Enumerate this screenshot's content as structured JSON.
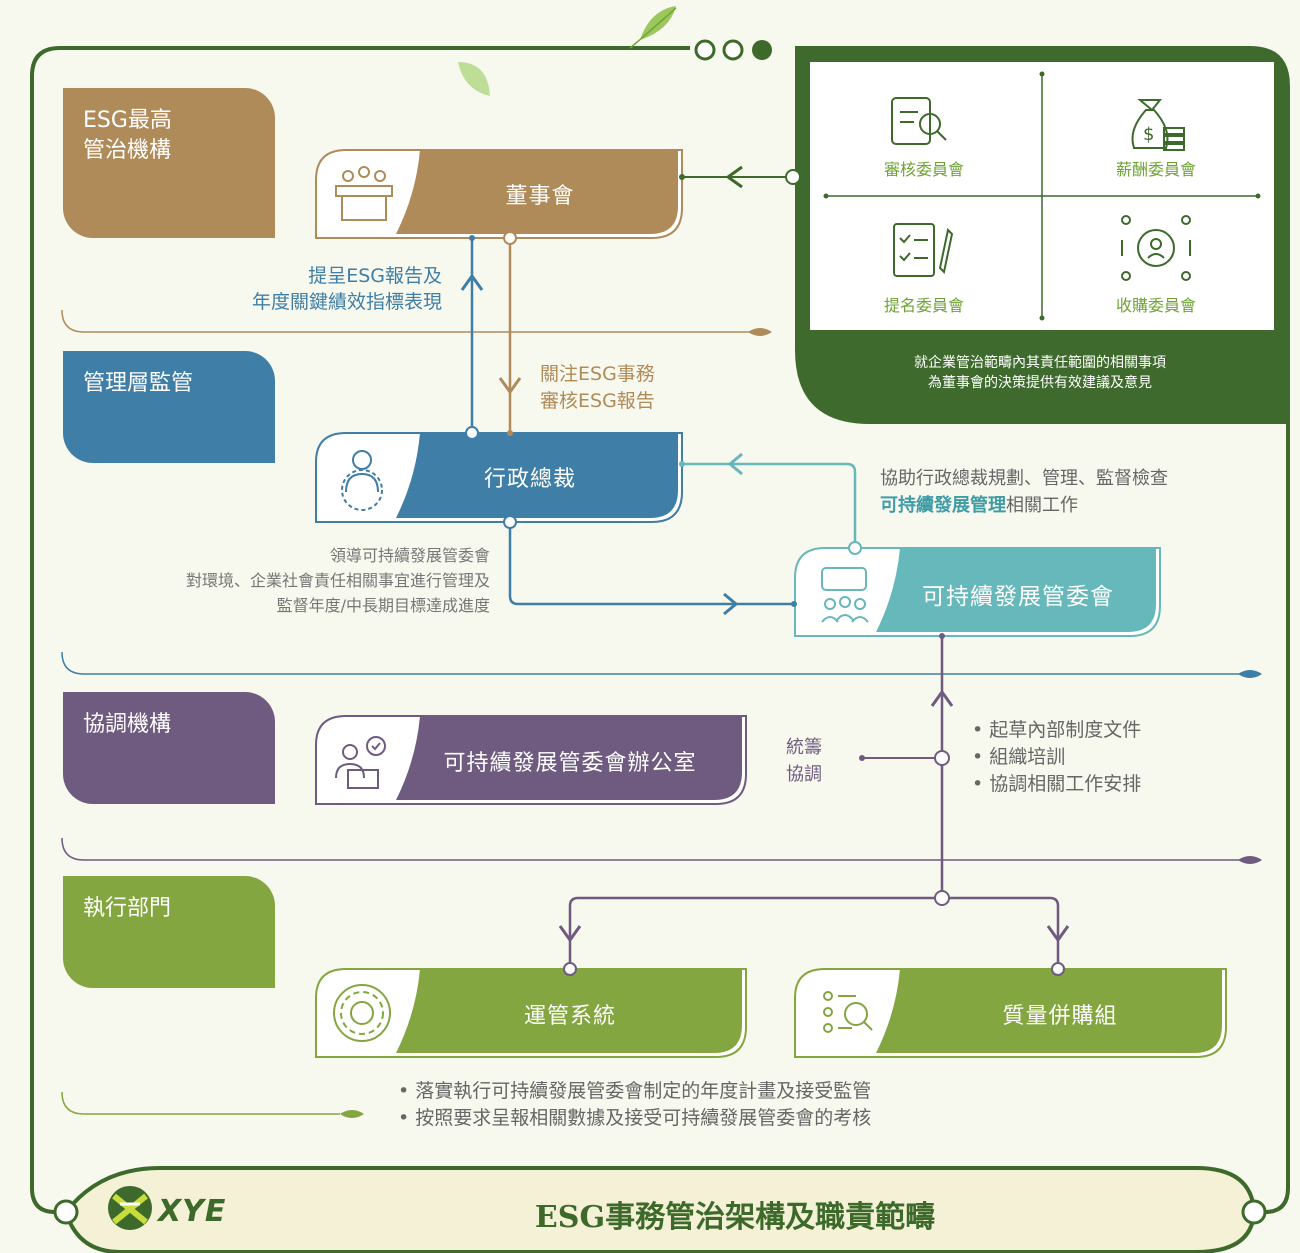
{
  "levels": {
    "governance": "ESG最高\n管治機構",
    "management": "管理層監管",
    "coordination": "協調機構",
    "execution": "執行部門"
  },
  "nodes": {
    "board": "董事會",
    "ceo": "行政總裁",
    "committee": "可持續發展管委會",
    "office": "可持續發展管委會辦公室",
    "ops": "運管系統",
    "quality": "質量併購組"
  },
  "board_committees": {
    "audit": "審核委員會",
    "remuneration": "薪酬委員會",
    "nomination": "提名委員會",
    "acquisition": "收購委員會",
    "description_line1": "就企業管治範疇內其責任範圍的相關事項",
    "description_line2": "為董事會的決策提供有效建議及意見"
  },
  "arrows": {
    "report_line1": "提呈ESG報告及",
    "report_line2": "年度關鍵績效指標表現",
    "focus_line1": "關注ESG事務",
    "focus_line2": "審核ESG報告"
  },
  "ceo_notes": [
    "領導可持續發展管委會",
    "對環境、企業社會責任相關事宜進行管理及",
    "監督年度/中長期目標達成進度"
  ],
  "assist": {
    "line1": "協助行政總裁規劃、管理、監督檢查",
    "line2_highlight": "可持續發展管理",
    "line2_rest": "相關工作"
  },
  "coordinate": {
    "line1": "統籌",
    "line2": "協調"
  },
  "office_duties": [
    "• 起草內部制度文件",
    "• 組織培訓",
    "• 協調相關工作安排"
  ],
  "execution_duties": [
    "• 落實執行可持續發展管委會制定的年度計畫及接受監管",
    "• 按照要求呈報相關數據及接受可持續發展管委會的考核"
  ],
  "footer": {
    "title": "ESG事務管治架構及職責範疇",
    "logo_text": "XYE"
  },
  "colors": {
    "governance": "#b08b5a",
    "management": "#3f7ea6",
    "committee": "#66b8ba",
    "coordination": "#6f5b80",
    "execution": "#84a640",
    "frame": "#3d6a2b",
    "accent_green": "#6fa334"
  }
}
